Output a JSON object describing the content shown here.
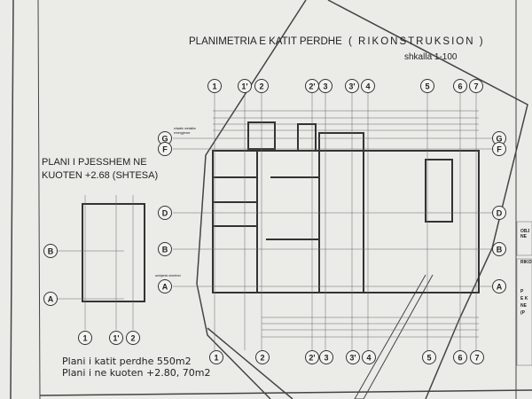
{
  "title": "PLANIMETRIA E KATIT PERDHE",
  "subtitle": "( RIKONSTRUKSION )",
  "scale": "shkalla 1-100",
  "partial_plan": {
    "line1": "PLANI I PJESSHEM NE",
    "line2": "KUOTEN +2.68 (SHTESA)"
  },
  "areas": {
    "line1": "Plani i katit perdhe 550m2",
    "line2": "Plani i ne kuoten +2.80,  70m2"
  },
  "annotations": {
    "stair_line1": "shkalle metalike",
    "stair_line2": "emergjence",
    "service": "ambjente sherbimi"
  },
  "grid_top": [
    "1",
    "1'",
    "2",
    "2'",
    "3",
    "3'",
    "4",
    "5",
    "6",
    "7"
  ],
  "grid_bottom": [
    "1",
    "2",
    "2'",
    "3",
    "3'",
    "4",
    "5",
    "6",
    "7"
  ],
  "grid_rows_left": [
    "G",
    "F",
    "D",
    "B",
    "A"
  ],
  "grid_rows_right": [
    "G",
    "F",
    "D",
    "B",
    "A"
  ],
  "small_plan_rows": [
    "B",
    "A"
  ],
  "small_plan_cols": [
    "1",
    "1'",
    "2"
  ],
  "title_block": [
    "OBJ",
    "NE",
    "RIKON",
    "P",
    "E K",
    "NE",
    "(P"
  ]
}
